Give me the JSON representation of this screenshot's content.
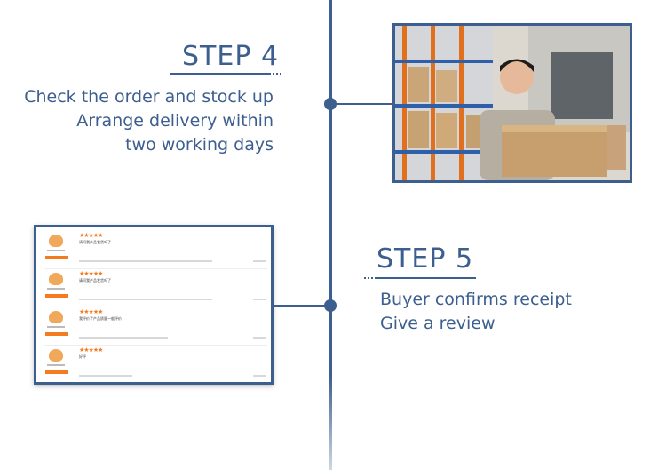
{
  "step4": {
    "title": "STEP 4",
    "lines": [
      "Check the order and stock up",
      "Arrange delivery within",
      "two working days"
    ]
  },
  "step5": {
    "title": "STEP 5",
    "lines": [
      "Buyer confirms receipt",
      "Give a review"
    ]
  },
  "reviews": [
    {
      "stars": "★★★★★",
      "text": "请问我产品发货吗了"
    },
    {
      "stars": "★★★★★",
      "text": "请问我产品发货吗了"
    },
    {
      "stars": "★★★★★",
      "text": "我评价了产品质量一般评价"
    },
    {
      "stars": "★★★★★",
      "text": "好评"
    }
  ],
  "colors": {
    "accent": "#3d5f8f",
    "star": "#f47b20"
  }
}
